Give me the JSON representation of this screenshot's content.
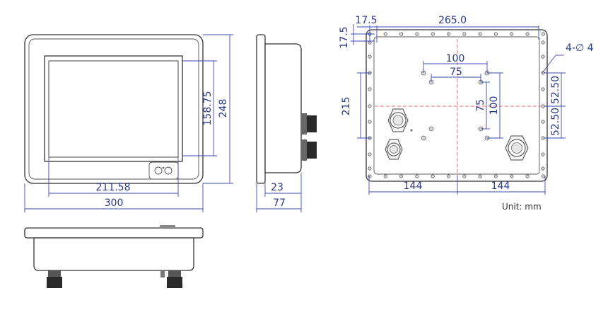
{
  "dimensions": {
    "front_width": "300",
    "front_height": "248",
    "screen_width": "211.58",
    "screen_height": "158.75",
    "side_depth_total": "77",
    "side_depth_body": "23",
    "rear_top_offset_x": "17.5",
    "rear_top_offset_y": "17.5",
    "rear_hole_span": "265.0",
    "rear_vesa_outer": "100",
    "rear_vesa_inner": "75",
    "rear_vesa_outer_v": "100",
    "rear_vesa_inner_v": "75",
    "rear_height": "215",
    "rear_right_upper": "52.50",
    "rear_right_lower": "52.50",
    "rear_bottom_left": "144",
    "rear_bottom_right": "144",
    "hole_spec": "4-∅ 4"
  },
  "unit_label": "Unit: mm"
}
